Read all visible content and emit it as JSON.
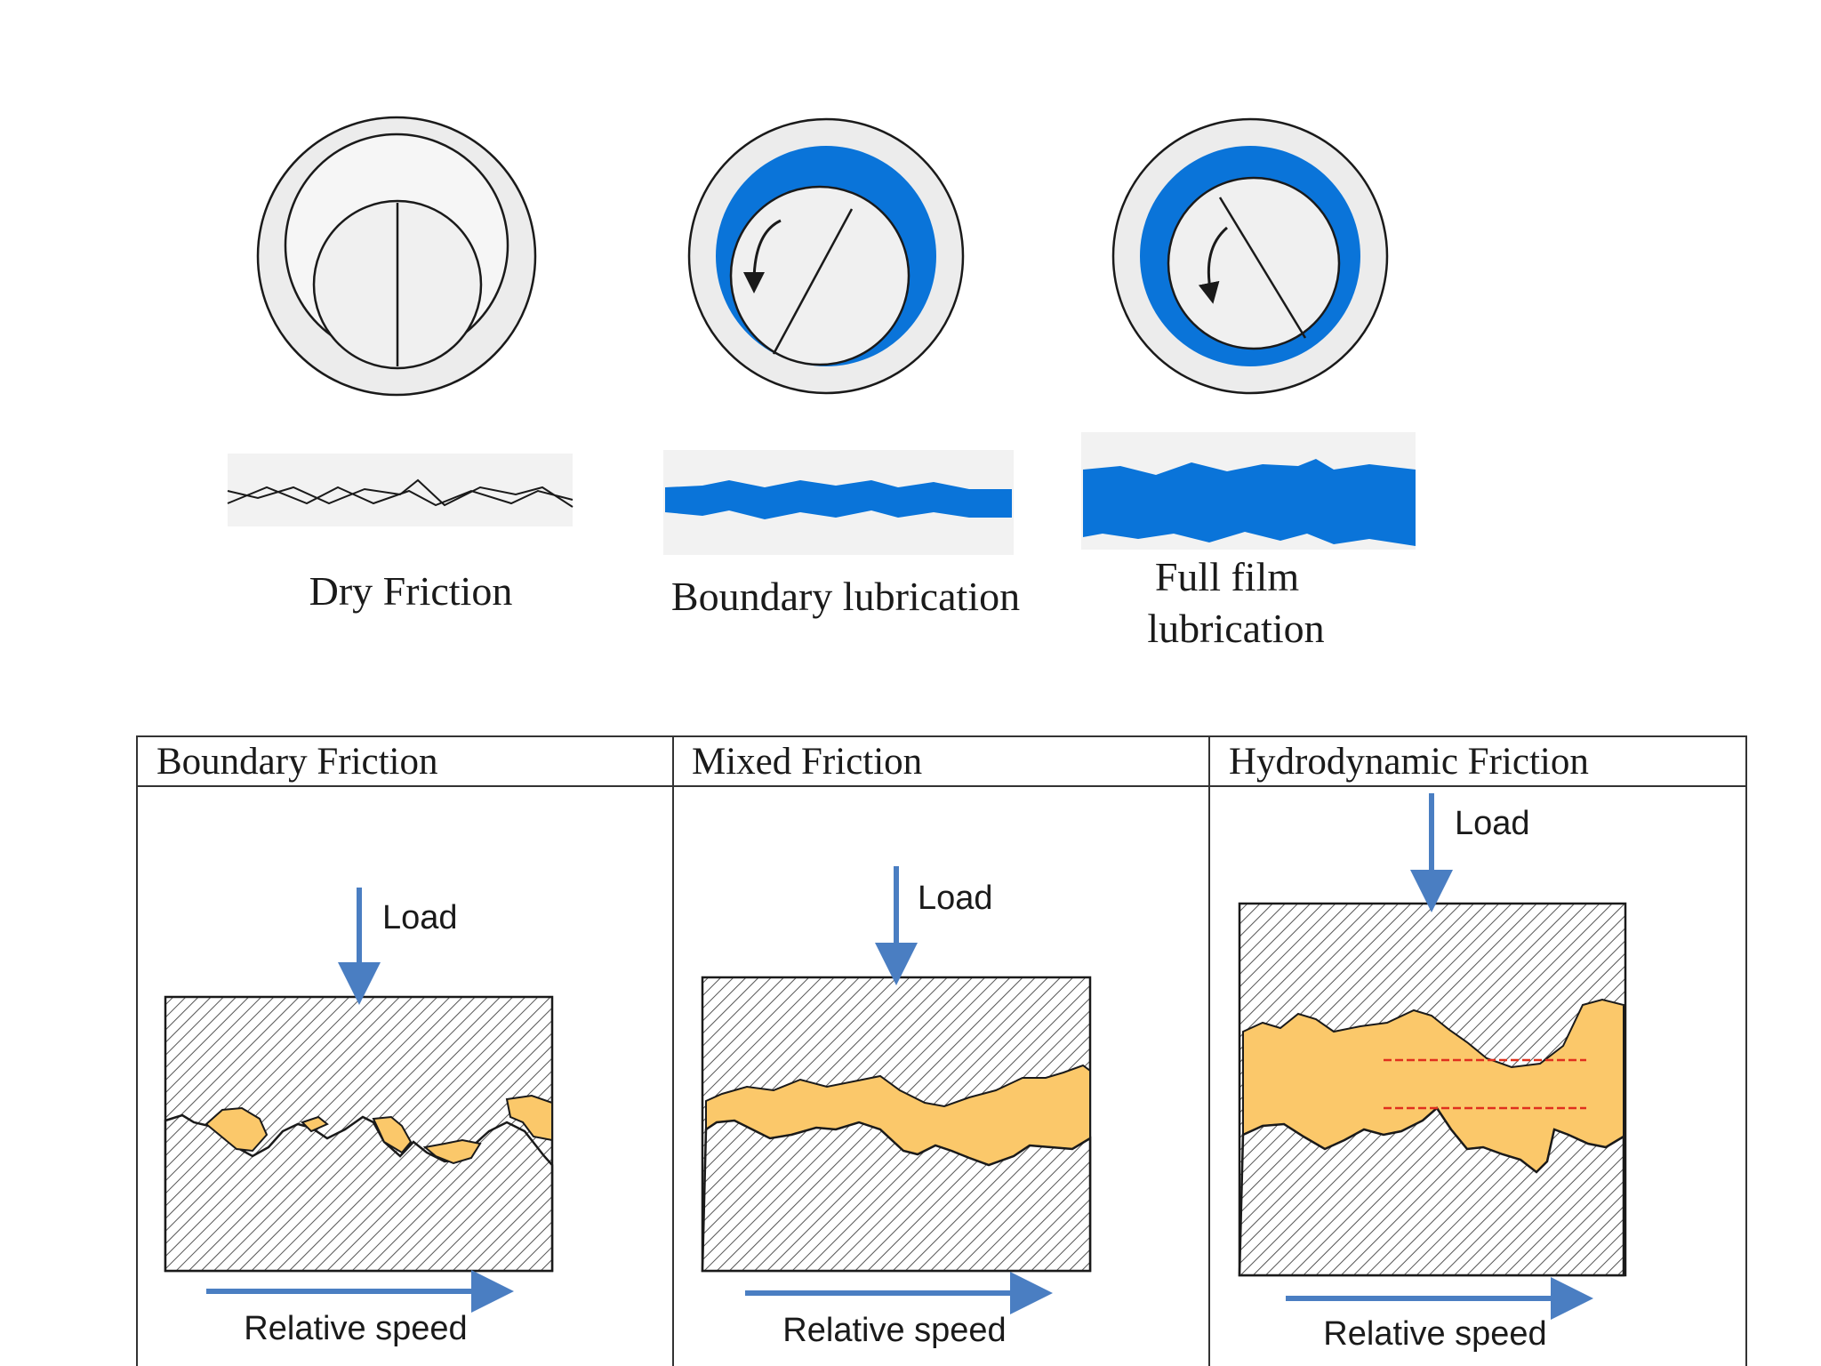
{
  "colors": {
    "lubricant_blue": "#0a74d9",
    "oil_orange": "#fbc86a",
    "arrow_blue": "#4a7ec2",
    "film_line_red": "#e0301e",
    "outline": "#1a1a1a"
  },
  "top_section": {
    "regimes": [
      {
        "label": "Dry Friction"
      },
      {
        "label": "Boundary lubrication"
      },
      {
        "label_line1": "Full film",
        "label_line2": "lubrication"
      }
    ]
  },
  "table": {
    "columns": [
      {
        "header": "Boundary Friction",
        "load_label": "Load",
        "speed_label": "Relative speed"
      },
      {
        "header": "Mixed Friction",
        "load_label": "Load",
        "speed_label": "Relative speed"
      },
      {
        "header": "Hydrodynamic Friction",
        "load_label": "Load",
        "speed_label": "Relative speed"
      }
    ]
  }
}
